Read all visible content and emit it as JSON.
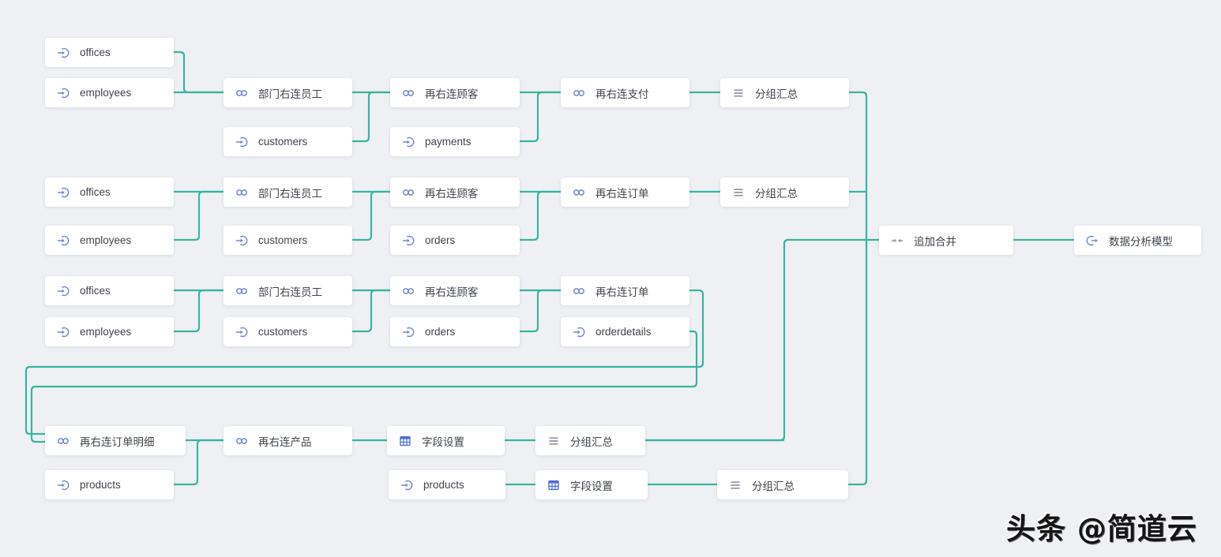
{
  "canvas": {
    "background_color": "#eff0f4",
    "connector_color": "#38b5a0",
    "node_background": "#ffffff",
    "node_text_color": "#40444d"
  },
  "icon_colors": {
    "data_input": "#7188cf",
    "join": "#7188cf",
    "group_summary": "#8f96a3",
    "field_settings": "#4f6fd8",
    "append_merge": "#959ca6",
    "output_model": "#7188cf"
  },
  "watermark": {
    "text": "头条 @简道云"
  },
  "nodes": [
    {
      "id": "offices-1",
      "icon": "data-input-icon",
      "label": "offices"
    },
    {
      "id": "employees-1",
      "icon": "data-input-icon",
      "label": "employees"
    },
    {
      "id": "join-dept-1",
      "icon": "join-icon",
      "label": "部门右连员工"
    },
    {
      "id": "customers-1",
      "icon": "data-input-icon",
      "label": "customers"
    },
    {
      "id": "join-cust-1",
      "icon": "join-icon",
      "label": "再右连顾客"
    },
    {
      "id": "payments-1",
      "icon": "data-input-icon",
      "label": "payments"
    },
    {
      "id": "join-pay-1",
      "icon": "join-icon",
      "label": "再右连支付"
    },
    {
      "id": "group-1",
      "icon": "group-summary-icon",
      "label": "分组汇总"
    },
    {
      "id": "offices-2",
      "icon": "data-input-icon",
      "label": "offices"
    },
    {
      "id": "employees-2",
      "icon": "data-input-icon",
      "label": "employees"
    },
    {
      "id": "join-dept-2",
      "icon": "join-icon",
      "label": "部门右连员工"
    },
    {
      "id": "customers-2",
      "icon": "data-input-icon",
      "label": "customers"
    },
    {
      "id": "join-cust-2",
      "icon": "join-icon",
      "label": "再右连顾客"
    },
    {
      "id": "orders-2",
      "icon": "data-input-icon",
      "label": "orders"
    },
    {
      "id": "join-order-2",
      "icon": "join-icon",
      "label": "再右连订单"
    },
    {
      "id": "group-2",
      "icon": "group-summary-icon",
      "label": "分组汇总"
    },
    {
      "id": "offices-3",
      "icon": "data-input-icon",
      "label": "offices"
    },
    {
      "id": "employees-3",
      "icon": "data-input-icon",
      "label": "employees"
    },
    {
      "id": "join-dept-3",
      "icon": "join-icon",
      "label": "部门右连员工"
    },
    {
      "id": "customers-3",
      "icon": "data-input-icon",
      "label": "customers"
    },
    {
      "id": "join-cust-3",
      "icon": "join-icon",
      "label": "再右连顾客"
    },
    {
      "id": "orders-3",
      "icon": "data-input-icon",
      "label": "orders"
    },
    {
      "id": "join-order-3",
      "icon": "join-icon",
      "label": "再右连订单"
    },
    {
      "id": "orderdetails-3",
      "icon": "data-input-icon",
      "label": "orderdetails"
    },
    {
      "id": "join-detail",
      "icon": "join-icon",
      "label": "再右连订单明细"
    },
    {
      "id": "products-l",
      "icon": "data-input-icon",
      "label": "products"
    },
    {
      "id": "join-prod",
      "icon": "join-icon",
      "label": "再右连产品"
    },
    {
      "id": "fields-a",
      "icon": "field-settings-icon",
      "label": "字段设置"
    },
    {
      "id": "group-a",
      "icon": "group-summary-icon",
      "label": "分组汇总"
    },
    {
      "id": "products-b",
      "icon": "data-input-icon",
      "label": "products"
    },
    {
      "id": "fields-b",
      "icon": "field-settings-icon",
      "label": "字段设置"
    },
    {
      "id": "group-b",
      "icon": "group-summary-icon",
      "label": "分组汇总"
    },
    {
      "id": "append-merge",
      "icon": "append-merge-icon",
      "label": "追加合并"
    },
    {
      "id": "output-model",
      "icon": "output-model-icon",
      "label": "数据分析模型"
    }
  ]
}
